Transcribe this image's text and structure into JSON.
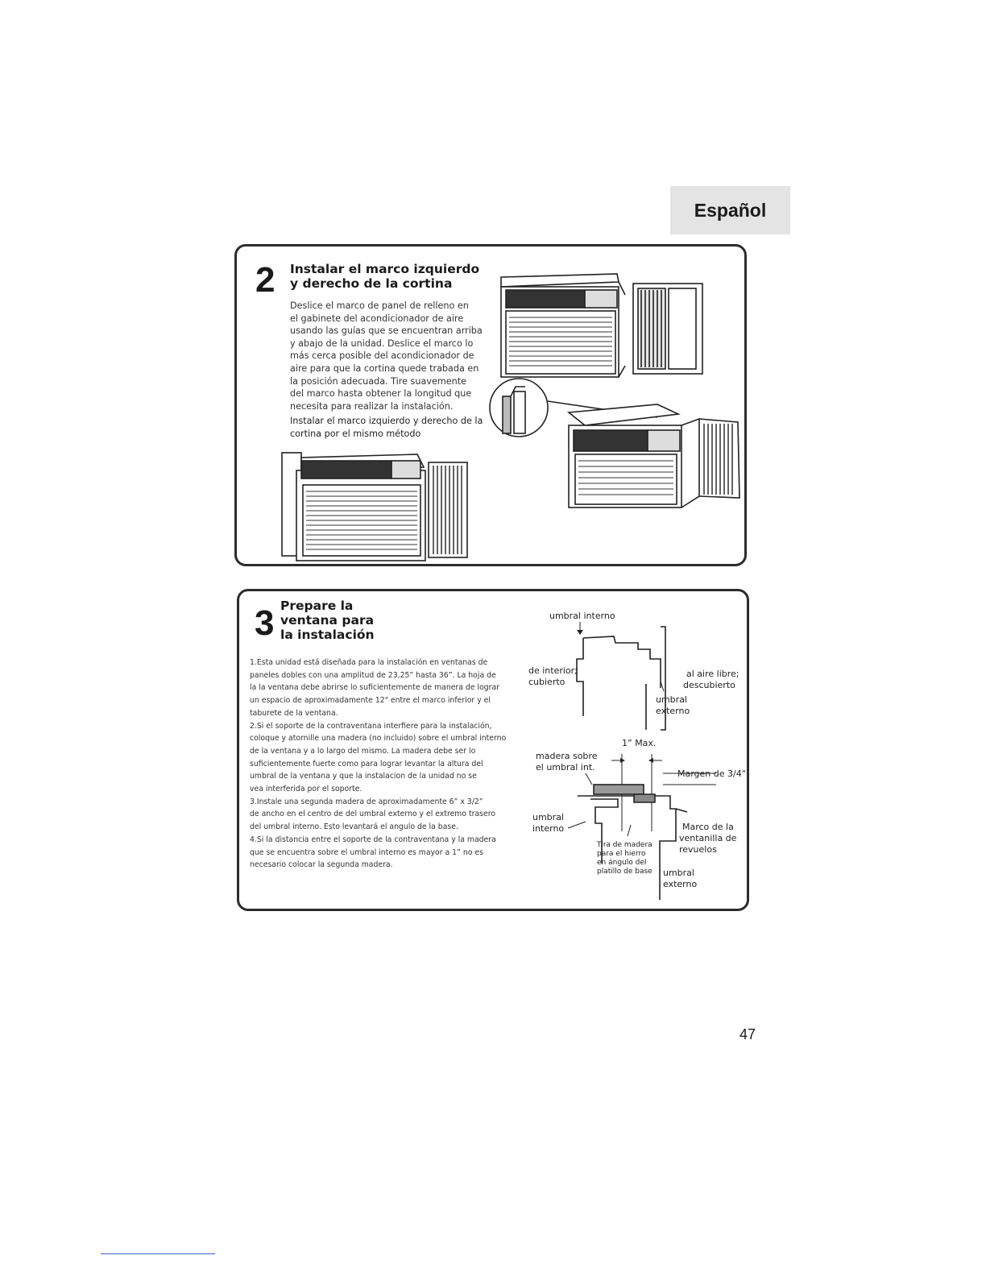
{
  "header": {
    "language_tab": "Español"
  },
  "step2": {
    "number": "2",
    "title_line1": "Instalar el marco izquierdo",
    "title_line2": "y derecho de la cortina",
    "lines": [
      "Deslice el marco de panel de relleno en",
      "el gabinete del acondicionador de aire",
      "usando las guías que se encuentran arriba",
      "y abajo de la unidad. Deslice el marco lo",
      "más cerca posible del acondicionador de",
      "aire para que la cortina quede trabada en",
      "la posición adecuada. Tire suavemente",
      "del marco hasta obtener la longitud que",
      "necesita para realizar la instalación.",
      "Instalar el marco izquierdo y derecho de la",
      "cortina por el mismo método"
    ]
  },
  "step3": {
    "number": "3",
    "title_line1": "Prepare la",
    "title_line2": "ventana para",
    "title_line3": "la instalación",
    "lines": [
      "1.Esta unidad está diseñada para la instalación en ventanas de",
      "paneles dobles con una amplitud de 23,25” hasta 36”. La  hoja de",
      "la la ventana debe abrirse lo suficientemente de manera de  lograr",
      "un espacio de aproximadamente 12\" entre el marco inferior y el",
      "taburete de la ventana.",
      "2.Si el soporte de la contraventana interfiere para la instalación,",
      "coloque y atornille una madera (no incluido) sobre el umbral interno",
      "de la ventana y a lo largo del mismo. La madera debe ser lo",
      "suficientemente fuerte como para lograr levantar la altura del",
      "umbral de la ventana y que la instalacion de la unidad no se",
      "vea interferida por el soporte.",
      "3.Instale una segunda madera de aproximadamente 6” x 3/2”",
      "de ancho en el centro de del umbral externo y el extremo trasero",
      "del umbral interno.  Esto levantará el angulo de la base.",
      "4.Si la distancia entre el soporte de la contraventana y la madera",
      "que se encuentra sobre el umbral interno es  mayor a 1” no es",
      "necesario colocar la segunda madera."
    ],
    "diagram_top": {
      "umbral_interno": "umbral interno",
      "de_interior_1": "de interior;",
      "de_interior_2": "cubierto",
      "aire_libre_1": "al aire libre;",
      "aire_libre_2": "descubierto",
      "umbral_externo_1": "umbral",
      "umbral_externo_2": "externo"
    },
    "diagram_bottom": {
      "max": "1” Max.",
      "madera_sobre_1": "madera sobre",
      "madera_sobre_2": "el umbral  int.",
      "margen": "Margen de 3/4\"",
      "umbral_interno_1": "umbral",
      "umbral_interno_2": "interno",
      "marco_1": "Marco de la",
      "marco_2": "ventanilla de",
      "marco_3": "revuelos",
      "tira_1": "Tira de madera",
      "tira_2": "para el hierro",
      "tira_3": "en ángulo del",
      "tira_4": "platillo de base",
      "umbral_externo_1": "umbral",
      "umbral_externo_2": "externo"
    }
  },
  "footer": {
    "page_number": "47"
  }
}
